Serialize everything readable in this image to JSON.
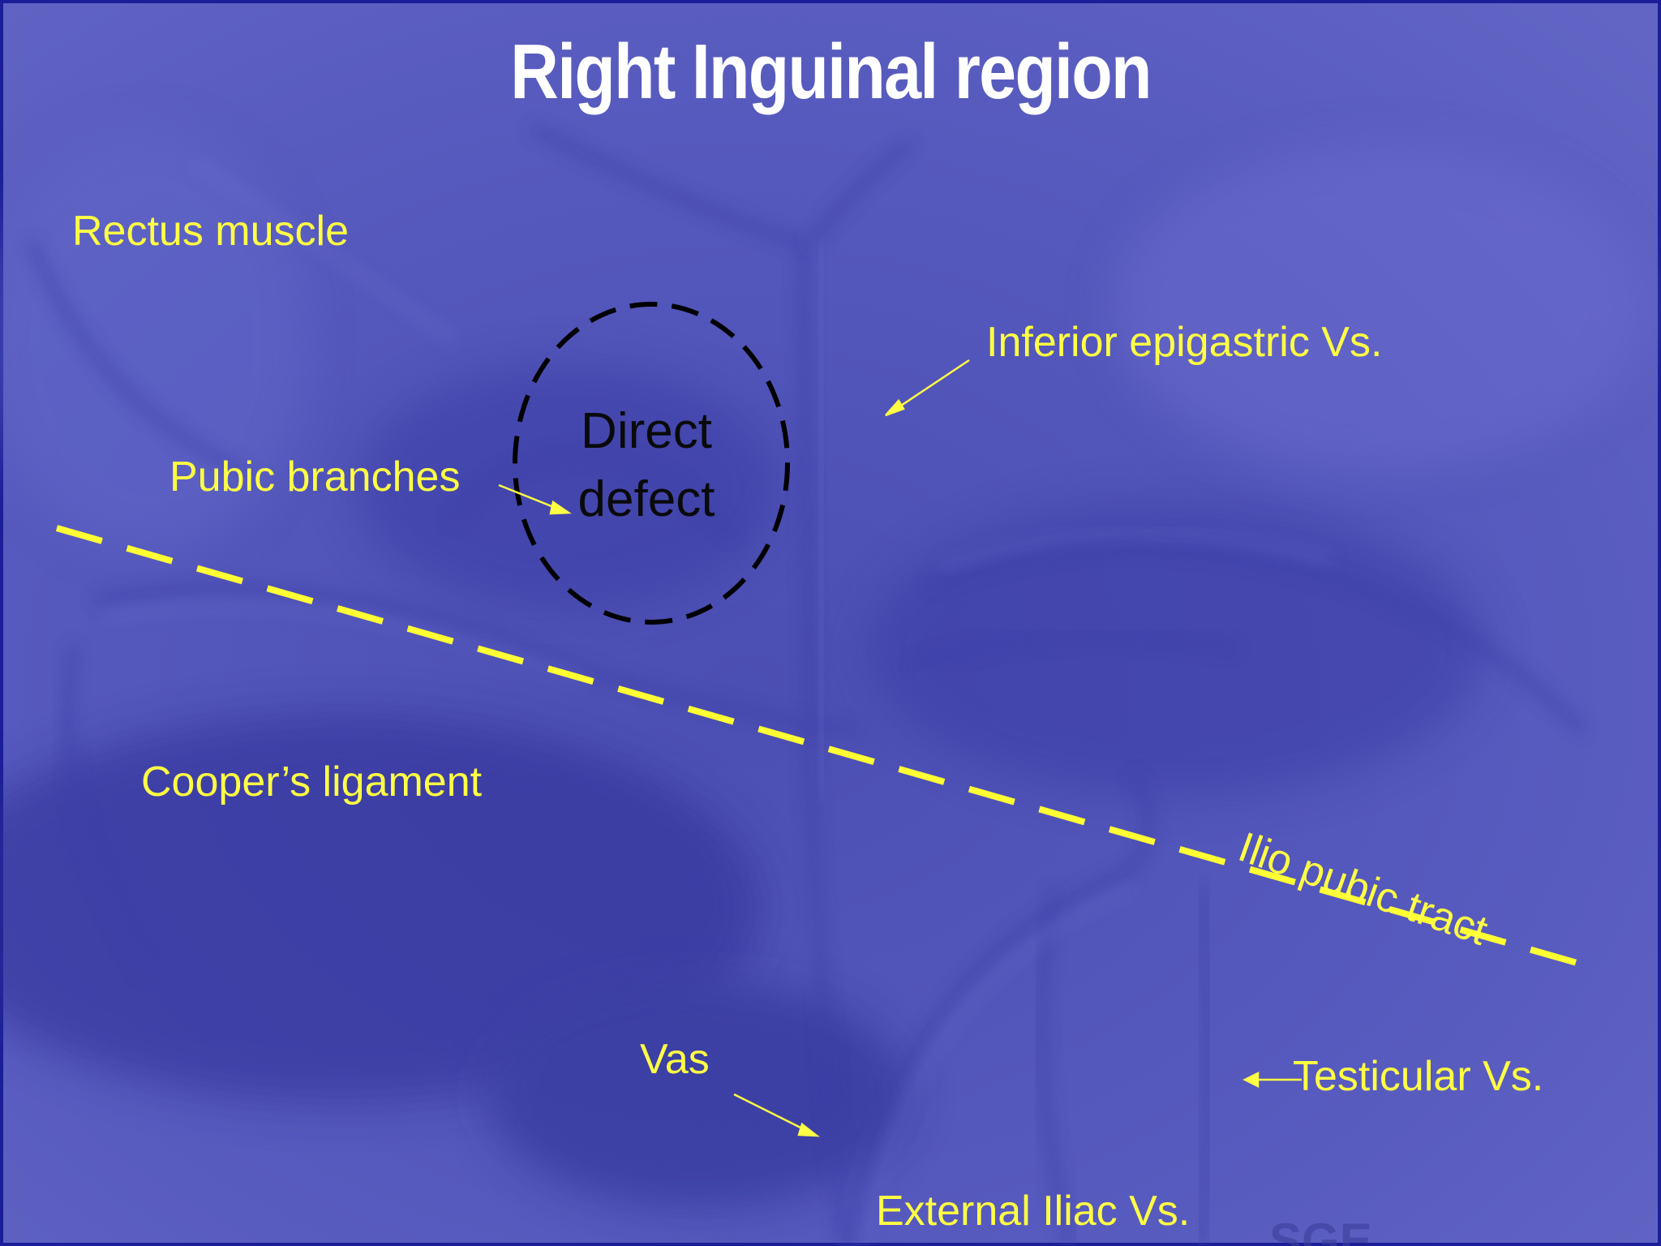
{
  "title": "Right Inguinal region",
  "labels": {
    "rectus_muscle": "Rectus muscle",
    "inferior_epigastric": "Inferior epigastric Vs.",
    "pubic_branches": "Pubic branches",
    "direct_defect": [
      "Direct",
      "defect"
    ],
    "coopers_ligament": "Cooper’s ligament",
    "ilio_pubic_tract": "Ilio pubic tract",
    "vas": "Vas",
    "testicular": "Testicular  Vs.",
    "external_iliac": "External Iliac Vs."
  },
  "colors": {
    "background": "#5558bb",
    "label": "#ffff44",
    "dash_line": "#ffff33",
    "defect_circle": "#000000",
    "title": "#ffffff"
  }
}
